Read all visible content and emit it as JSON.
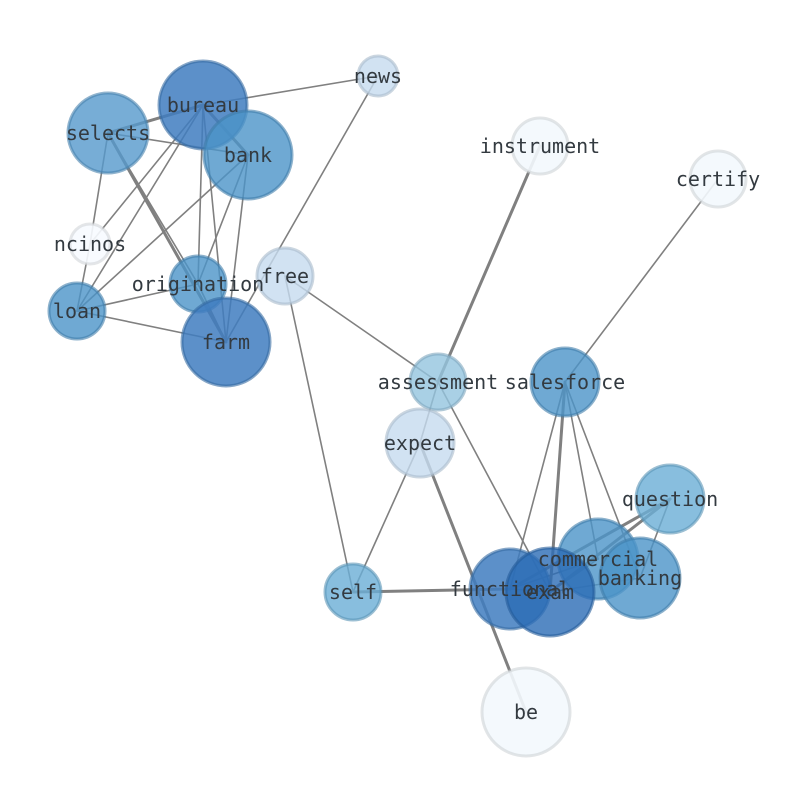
{
  "graph": {
    "nodes": [
      {
        "id": "bureau",
        "label": "bureau",
        "color": "#3f7dbf",
        "opacity": 0.85
      },
      {
        "id": "news",
        "label": "news",
        "color": "#c6dbef",
        "opacity": 0.8
      },
      {
        "id": "selects",
        "label": "selects",
        "color": "#5599cc",
        "opacity": 0.8
      },
      {
        "id": "bank",
        "label": "bank",
        "color": "#4b93c8",
        "opacity": 0.8
      },
      {
        "id": "instrument",
        "label": "instrument",
        "color": "#f3f8fd",
        "opacity": 0.9
      },
      {
        "id": "certify",
        "label": "certify",
        "color": "#f3f8fd",
        "opacity": 0.9
      },
      {
        "id": "ncinos",
        "label": "ncinos",
        "color": "#f7fbff",
        "opacity": 0.9
      },
      {
        "id": "free",
        "label": "free",
        "color": "#c6dbef",
        "opacity": 0.8
      },
      {
        "id": "origination",
        "label": "origination",
        "color": "#4b93c8",
        "opacity": 0.8
      },
      {
        "id": "loan",
        "label": "loan",
        "color": "#4b93c8",
        "opacity": 0.8
      },
      {
        "id": "farm",
        "label": "farm",
        "color": "#3f7dbf",
        "opacity": 0.85
      },
      {
        "id": "assessment",
        "label": "assessment",
        "color": "#94c4df",
        "opacity": 0.8
      },
      {
        "id": "salesforce",
        "label": "salesforce",
        "color": "#4b93c8",
        "opacity": 0.8
      },
      {
        "id": "expect",
        "label": "expect",
        "color": "#c6dbef",
        "opacity": 0.8
      },
      {
        "id": "question",
        "label": "question",
        "color": "#6aaed6",
        "opacity": 0.8
      },
      {
        "id": "commercial",
        "label": "commercial",
        "color": "#4b93c8",
        "opacity": 0.8
      },
      {
        "id": "banking",
        "label": "banking",
        "color": "#4b93c8",
        "opacity": 0.8
      },
      {
        "id": "self",
        "label": "self",
        "color": "#6aaed6",
        "opacity": 0.8
      },
      {
        "id": "functional",
        "label": "functional",
        "color": "#3f7dbf",
        "opacity": 0.85
      },
      {
        "id": "exam",
        "label": "exam",
        "color": "#2b6cb5",
        "opacity": 0.8
      },
      {
        "id": "be",
        "label": "be",
        "color": "#f3f8fd",
        "opacity": 0.9
      }
    ],
    "edges": [
      {
        "source": "bureau",
        "target": "news",
        "weight": 1
      },
      {
        "source": "bureau",
        "target": "selects",
        "weight": 2
      },
      {
        "source": "bureau",
        "target": "bank",
        "weight": 2
      },
      {
        "source": "bureau",
        "target": "ncinos",
        "weight": 1
      },
      {
        "source": "bureau",
        "target": "origination",
        "weight": 1
      },
      {
        "source": "bureau",
        "target": "loan",
        "weight": 1
      },
      {
        "source": "bureau",
        "target": "farm",
        "weight": 1
      },
      {
        "source": "selects",
        "target": "bank",
        "weight": 1
      },
      {
        "source": "selects",
        "target": "ncinos",
        "weight": 1
      },
      {
        "source": "selects",
        "target": "origination",
        "weight": 1
      },
      {
        "source": "selects",
        "target": "farm",
        "weight": 2
      },
      {
        "source": "bank",
        "target": "loan",
        "weight": 1
      },
      {
        "source": "bank",
        "target": "origination",
        "weight": 1
      },
      {
        "source": "bank",
        "target": "farm",
        "weight": 1
      },
      {
        "source": "ncinos",
        "target": "loan",
        "weight": 1
      },
      {
        "source": "origination",
        "target": "loan",
        "weight": 1
      },
      {
        "source": "origination",
        "target": "farm",
        "weight": 1
      },
      {
        "source": "loan",
        "target": "farm",
        "weight": 1
      },
      {
        "source": "news",
        "target": "farm",
        "weight": 1
      },
      {
        "source": "free",
        "target": "assessment",
        "weight": 1
      },
      {
        "source": "free",
        "target": "self",
        "weight": 1
      },
      {
        "source": "instrument",
        "target": "assessment",
        "weight": 2
      },
      {
        "source": "assessment",
        "target": "exam",
        "weight": 1
      },
      {
        "source": "assessment",
        "target": "expect",
        "weight": 1
      },
      {
        "source": "expect",
        "target": "self",
        "weight": 1
      },
      {
        "source": "expect",
        "target": "be",
        "weight": 2
      },
      {
        "source": "certify",
        "target": "salesforce",
        "weight": 1
      },
      {
        "source": "salesforce",
        "target": "functional",
        "weight": 1
      },
      {
        "source": "salesforce",
        "target": "exam",
        "weight": 2
      },
      {
        "source": "salesforce",
        "target": "commercial",
        "weight": 1
      },
      {
        "source": "salesforce",
        "target": "banking",
        "weight": 1
      },
      {
        "source": "question",
        "target": "functional",
        "weight": 2
      },
      {
        "source": "question",
        "target": "exam",
        "weight": 2
      },
      {
        "source": "question",
        "target": "banking",
        "weight": 1
      },
      {
        "source": "commercial",
        "target": "functional",
        "weight": 1
      },
      {
        "source": "commercial",
        "target": "exam",
        "weight": 1
      },
      {
        "source": "banking",
        "target": "exam",
        "weight": 1
      },
      {
        "source": "self",
        "target": "functional",
        "weight": 2
      },
      {
        "source": "functional",
        "target": "exam",
        "weight": 1
      }
    ]
  }
}
